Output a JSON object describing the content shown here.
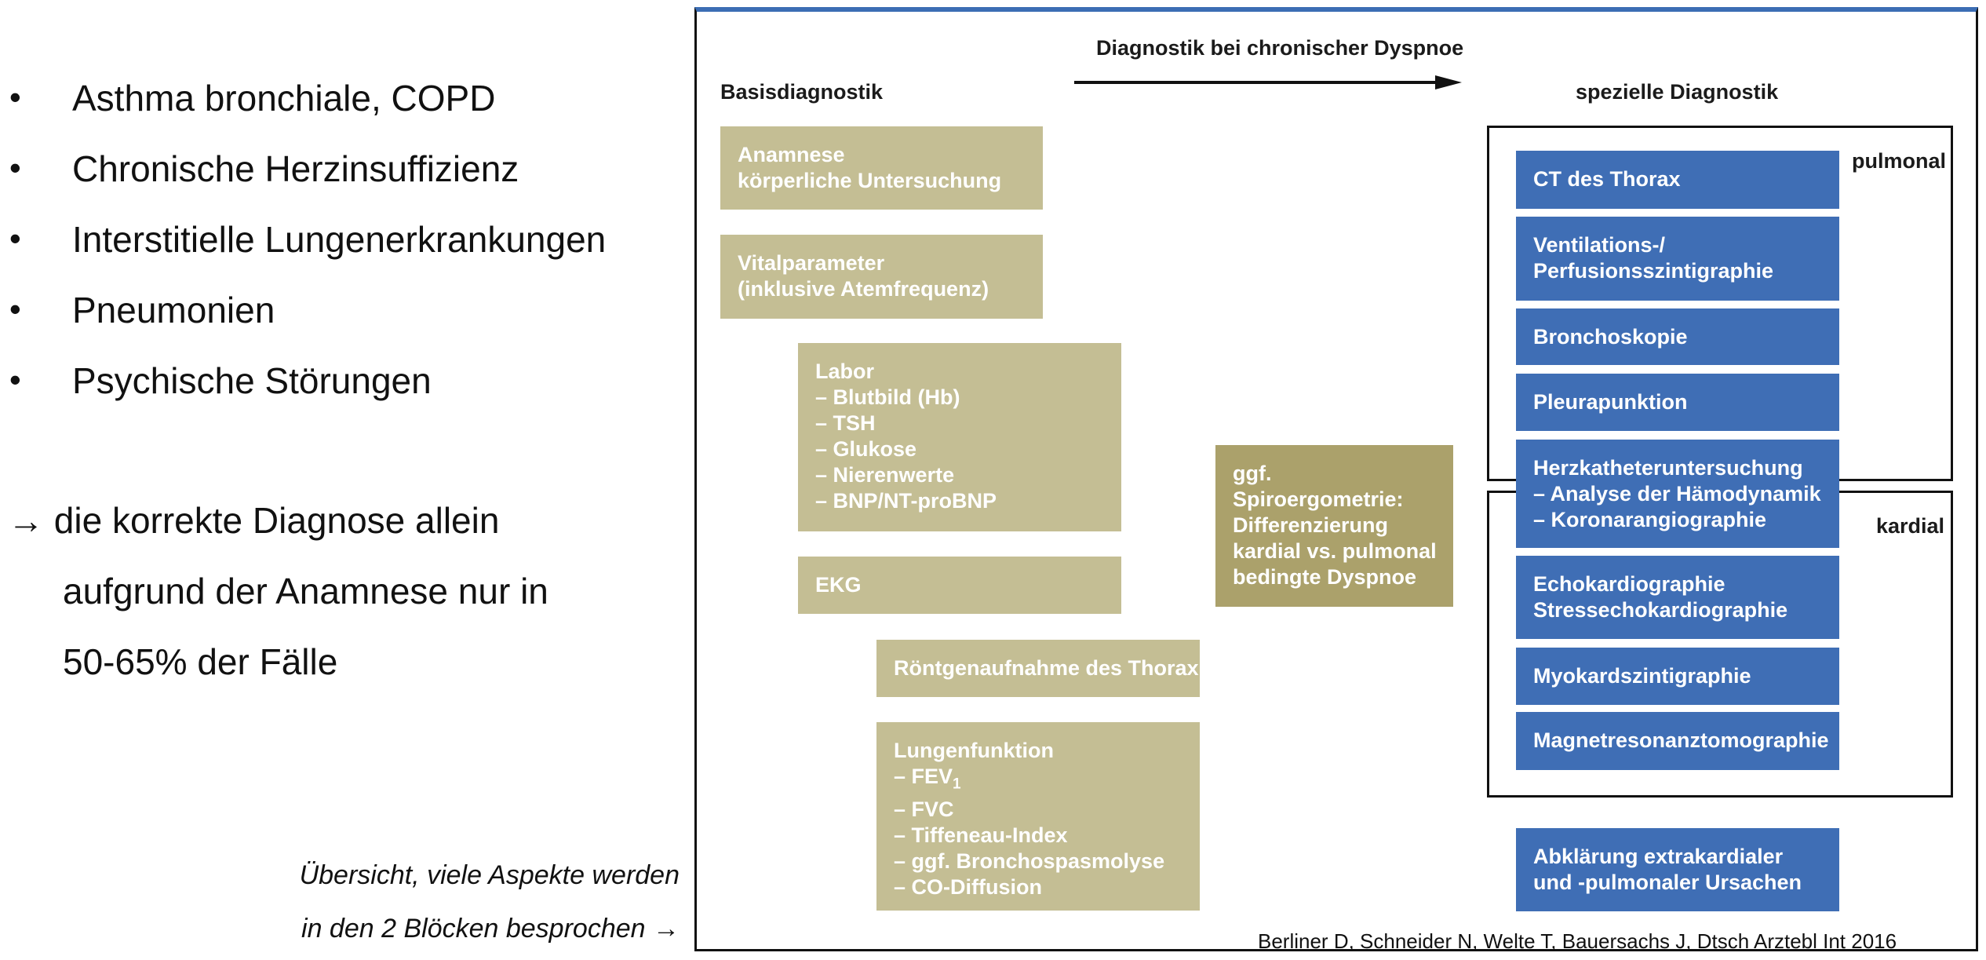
{
  "bullets": {
    "symbol": "•",
    "items": [
      "Asthma bronchiale, COPD",
      "Chronische Herzinsuffizienz",
      "Interstitielle Lungenerkrankungen",
      "Pneumonien",
      "Psychische Störungen"
    ]
  },
  "conclusion": {
    "line1": "→  die korrekte Diagnose allein",
    "line2": "aufgrund der Anamnese nur in",
    "line3": "50-65% der Fälle"
  },
  "note": {
    "line1": "Übersicht, viele Aspekte werden",
    "line2": "in den 2 Blöcken besprochen →"
  },
  "diagram": {
    "title": "Diagnostik bei chronischer Dyspnoe",
    "left_header": "Basisdiagnostik",
    "right_header": "spezielle Diagnostik",
    "label_pulmonal": "pulmonal",
    "label_kardial": "kardial",
    "basis": {
      "anamnese": [
        "Anamnese",
        "körperliche Untersuchung"
      ],
      "vital": [
        "Vitalparameter",
        "(inklusive Atemfrequenz)"
      ],
      "labor": [
        "Labor",
        "–  Blutbild (Hb)",
        "–  TSH",
        "–  Glukose",
        "–  Nierenwerte",
        "–  BNP/NT-proBNP"
      ],
      "ekg": "EKG",
      "roentgen": "Röntgenaufnahme des Thorax",
      "lunge_title": "Lungenfunktion",
      "lunge_fev": "–  FEV",
      "lunge_fev_sub": "1",
      "lunge_rest": [
        "–  FVC",
        "–  Tiffeneau-Index",
        "–  ggf. Bronchospasmolyse",
        "–  CO-Diffusion"
      ]
    },
    "spiro": [
      "ggf.",
      "Spiroergometrie:",
      "Differenzierung",
      "kardial vs. pulmonal",
      "bedingte Dyspnoe"
    ],
    "special": {
      "ct": "CT des Thorax",
      "vent": [
        "Ventilations-/",
        "Perfusionsszintigraphie"
      ],
      "broncho": "Bronchoskopie",
      "pleura": "Pleurapunktion",
      "herzkath": [
        "Herzkatheteruntersuchung",
        "–  Analyse der Hämodynamik",
        "–  Koronarangiographie"
      ],
      "echo": [
        "Echokardiographie",
        "Stressechokardiographie"
      ],
      "myo": "Myokardszintigraphie",
      "mrt": "Magnetresonanztomographie",
      "extra": [
        "Abklärung extrakardialer",
        "und -pulmonaler Ursachen"
      ]
    },
    "citation": "Berliner D, Schneider N, Welte T, Bauersachs J, Dtsch Arztebl Int 2016"
  },
  "colors": {
    "beige": "#c4be94",
    "olive": "#aba16b",
    "blue": "#3f6eb5",
    "frame_top": "#3c6db4"
  }
}
